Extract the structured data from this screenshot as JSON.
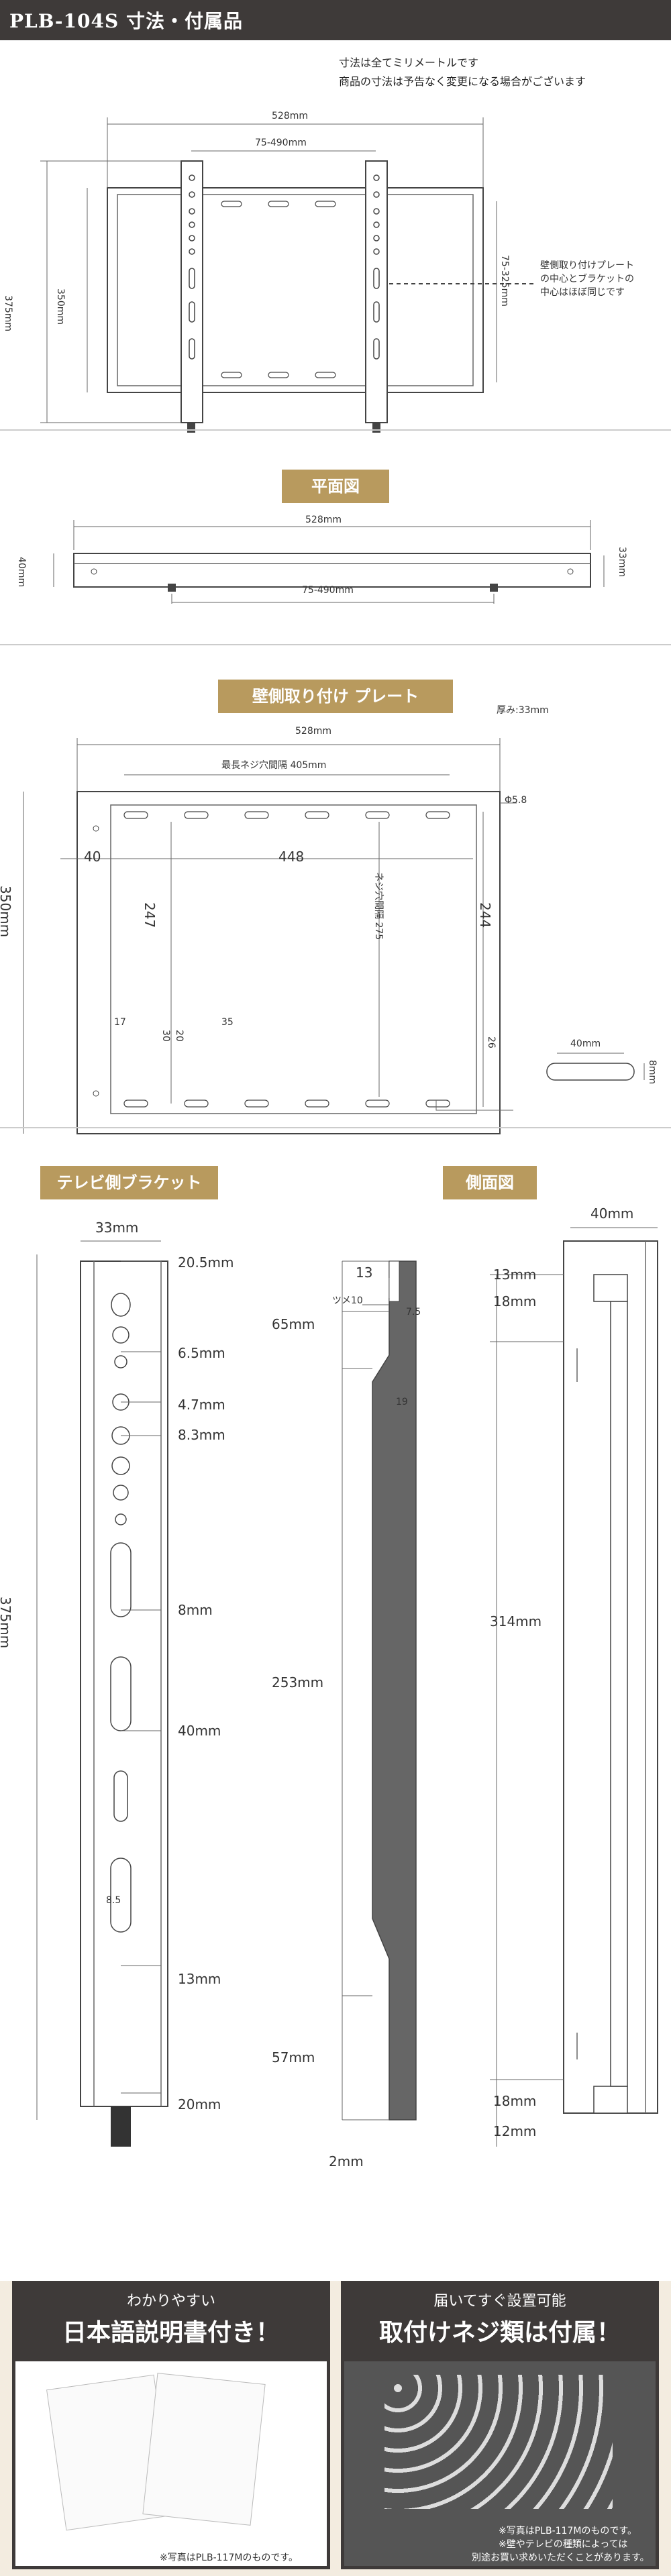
{
  "header": {
    "title": "PLB-104S 寸法・付属品"
  },
  "notes": {
    "line1": "寸法は全てミリメートルです",
    "line2": "商品の寸法は予告なく変更になる場合がございます"
  },
  "front_view": {
    "w_outer": "528mm",
    "w_holes": "75-490mm",
    "h_outer": "375mm",
    "h_plate": "350mm",
    "h_right": "75-325mm",
    "callout1": "壁側取り付けプレート",
    "callout2": "の中心とブラケットの",
    "callout3": "中心はほぼ同じです"
  },
  "plan": {
    "title": "平面図",
    "width": "528mm",
    "left_h": "40mm",
    "right_h": "33mm",
    "holes": "75-490mm"
  },
  "wall_plate": {
    "title": "壁側取り付け プレート",
    "thickness": "厚み:33mm",
    "width": "528mm",
    "max_hole": "最長ネジ穴間隔 405mm",
    "phi": "Φ5.8",
    "d40": "40",
    "d448": "448",
    "h350": "350mm",
    "d247": "247",
    "screw": "ネジ穴間隔 275",
    "d244": "244",
    "d17": "17",
    "d35": "35",
    "d30": "30",
    "d20": "20",
    "d26": "26",
    "slot_w": "40mm",
    "slot_h": "8mm"
  },
  "tv_bracket": {
    "title": "テレビ側ブラケット",
    "width": "33mm",
    "height": "375mm",
    "d1": "20.5mm",
    "d2": "6.5mm",
    "d3": "4.7mm",
    "d4": "8.3mm",
    "d5": "8mm",
    "d6": "40mm",
    "d7": "8.5",
    "d8": "13mm",
    "d9": "20mm"
  },
  "hook": {
    "d13": "13",
    "tsume": "ツメ10",
    "d75": "7.5",
    "d19": "19",
    "d65": "65mm",
    "d253": "253mm",
    "d57": "57mm",
    "d2": "2mm"
  },
  "side_view": {
    "title": "側面図",
    "width": "40mm",
    "d13": "13mm",
    "d18a": "18mm",
    "d314": "314mm",
    "d18b": "18mm",
    "d12": "12mm"
  },
  "bottom": {
    "left_title1": "わかりやすい",
    "left_title2": "日本語説明書付き！",
    "left_caption": "※写真はPLB-117Mのものです。",
    "right_title1": "届いてすぐ設置可能",
    "right_title2": "取付けネジ類は付属！",
    "right_caption1": "※写真はPLB-117Mのものです。",
    "right_caption2": "※壁やテレビの種類によっては",
    "right_caption3": "別途お買い求めいただくことがあります。"
  },
  "colors": {
    "header": "#3e3a39",
    "accent": "#b89a5e",
    "cream": "#f3ece0"
  }
}
